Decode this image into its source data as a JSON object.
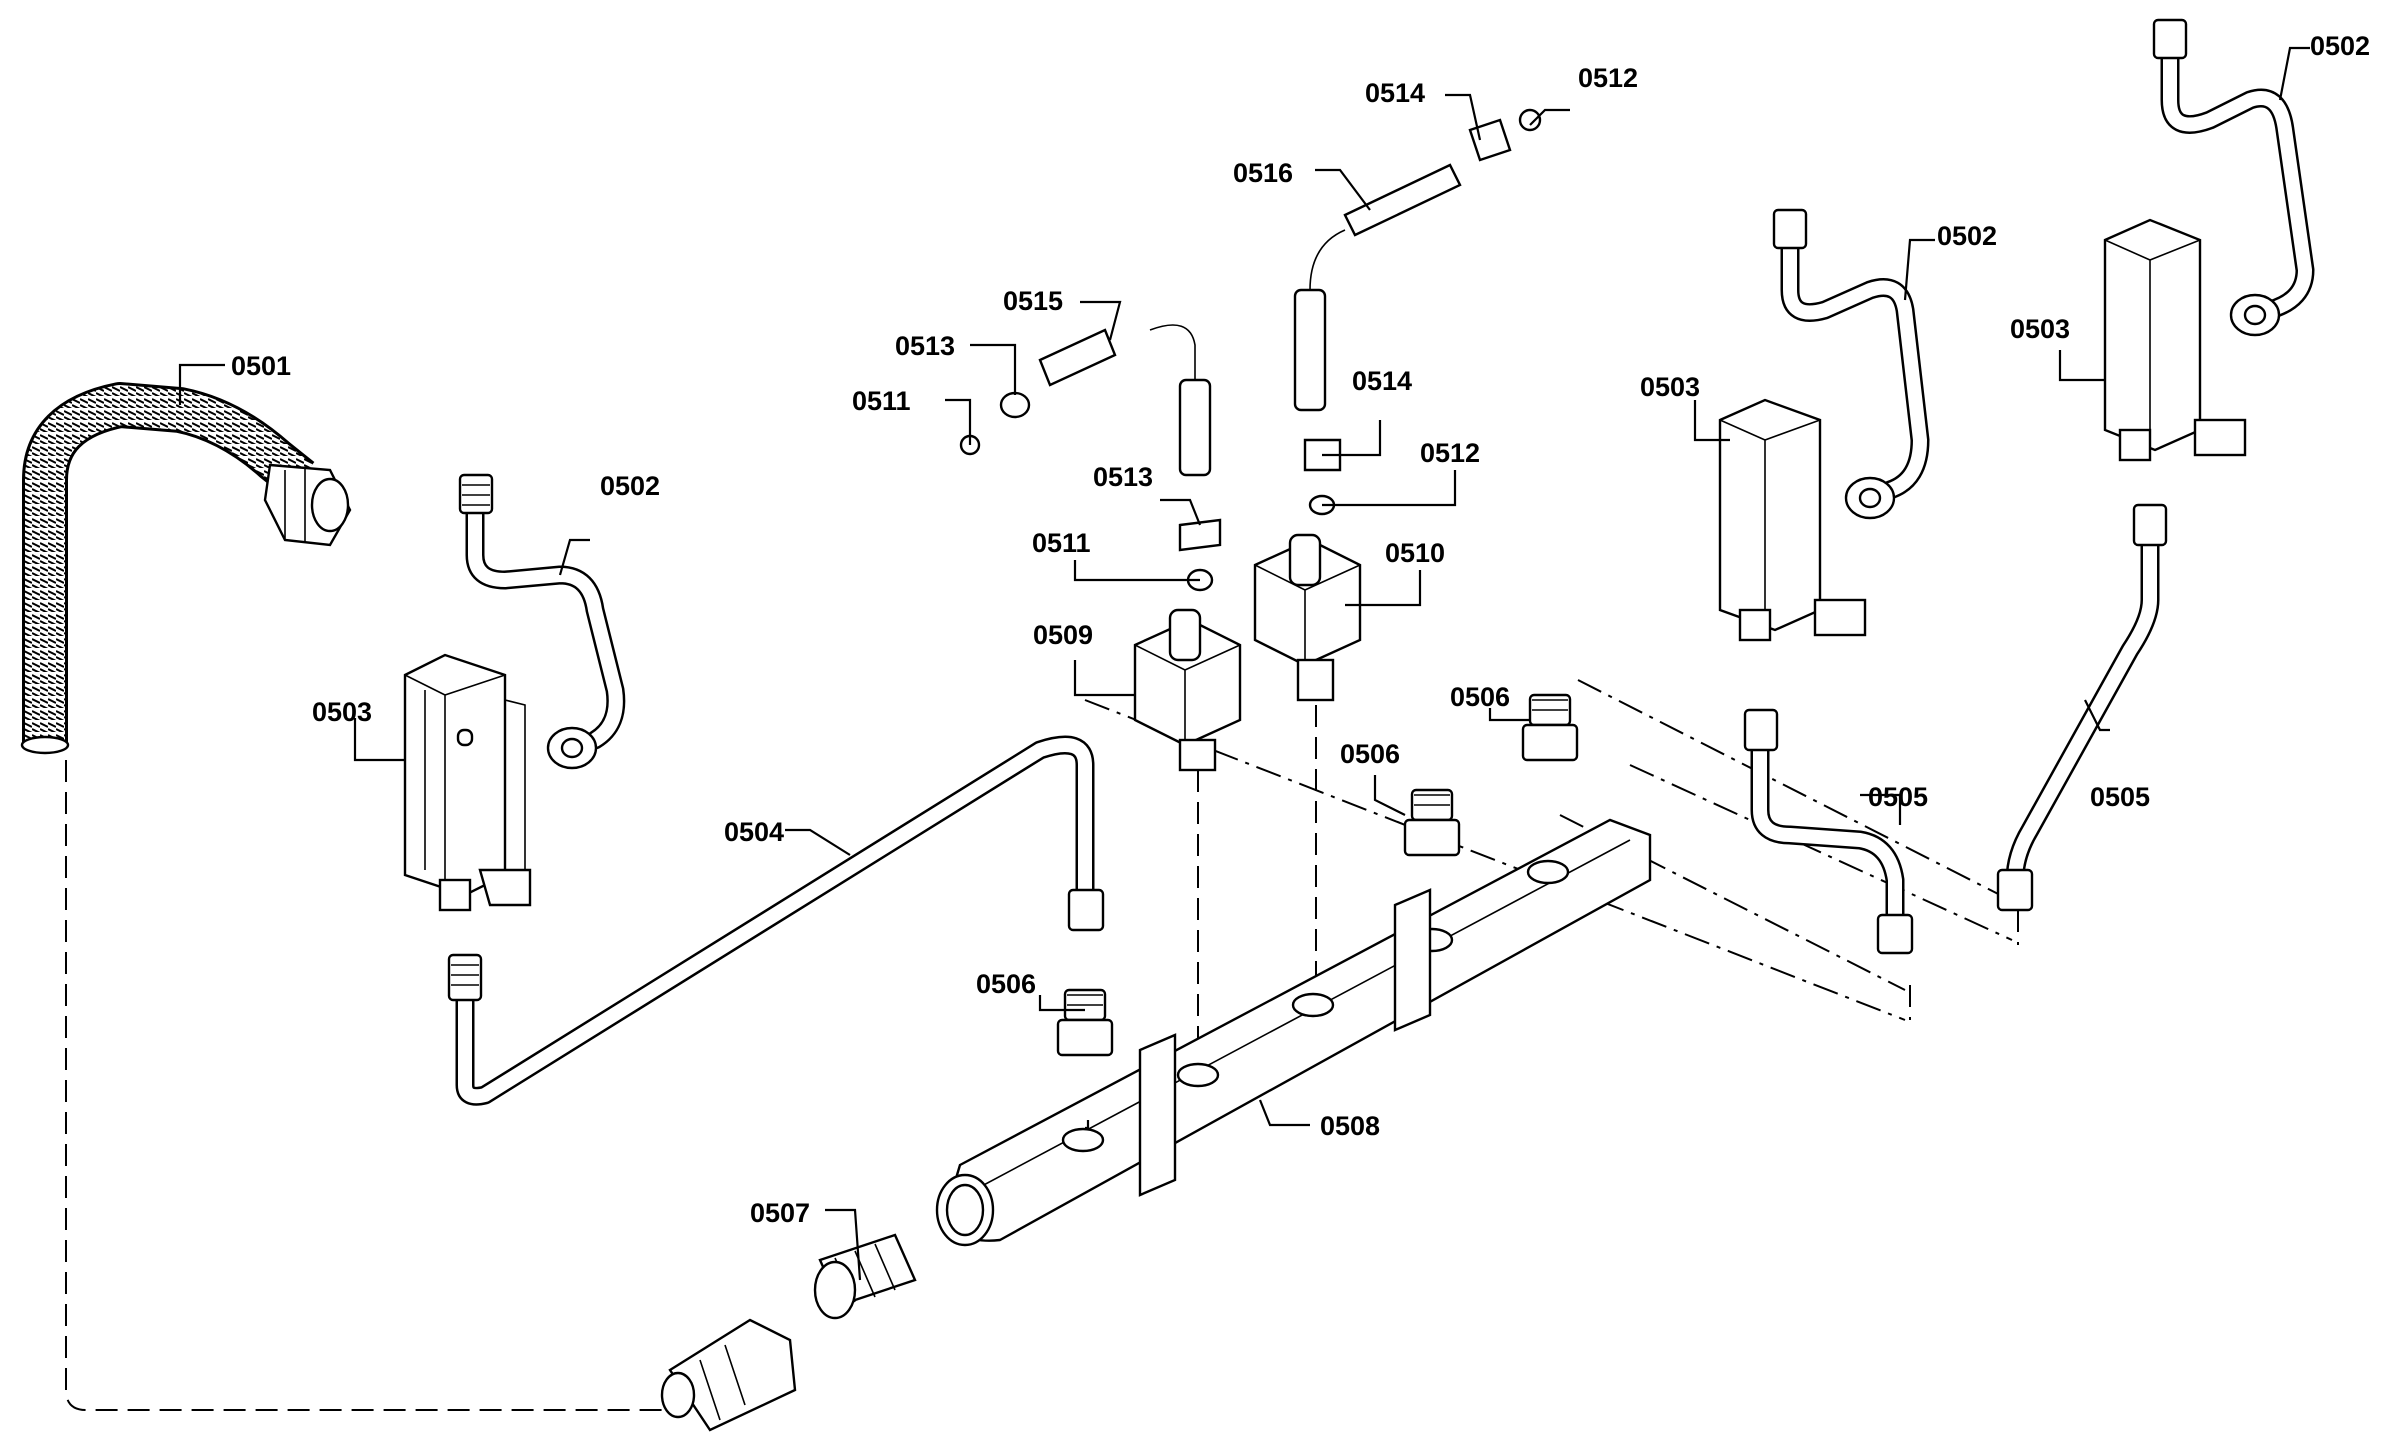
{
  "colors": {
    "ink": "#000000",
    "paper": "#ffffff"
  },
  "labels": {
    "p0501": "0501",
    "p0502_left": "0502",
    "p0502_mid": "0502",
    "p0502_right": "0502",
    "p0503_left": "0503",
    "p0503_mid": "0503",
    "p0503_right": "0503",
    "p0504": "0504",
    "p0505_mid": "0505",
    "p0505_right": "0505",
    "p0506_left": "0506",
    "p0506_center": "0506",
    "p0506_right": "0506",
    "p0507": "0507",
    "p0508": "0508",
    "p0509": "0509",
    "p0510": "0510",
    "p0511_upper": "0511",
    "p0511_lower": "0511",
    "p0512_upper": "0512",
    "p0512_lower": "0512",
    "p0513_upper": "0513",
    "p0513_lower": "0513",
    "p0514_upper": "0514",
    "p0514_lower": "0514",
    "p0515": "0515",
    "p0516": "0516"
  }
}
